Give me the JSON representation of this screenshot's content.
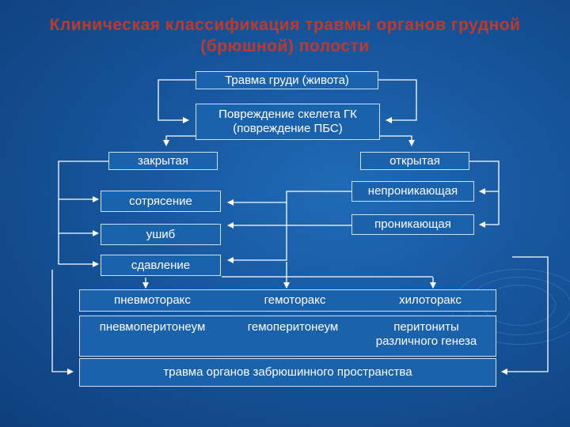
{
  "title": "Клиническая классификация травмы органов грудной (брюшной) полости",
  "nodes": {
    "trauma": "Травма груди (живота)",
    "skeleton_line1": "Повреждение скелета ГК",
    "skeleton_line2": "(повреждение ПБС)",
    "closed": "закрытая",
    "open": "открытая",
    "concussion": "сотрясение",
    "nonpenetrating": "непроникающая",
    "bruise": "ушиб",
    "penetrating": "проникающая",
    "compression": "сдавление"
  },
  "table": {
    "row1": [
      "пневмоторакс",
      "гемоторакс",
      "хилоторакс"
    ],
    "row2": [
      "пневмоперитонеум",
      "гемоперитонеум"
    ],
    "row2_c3_line1": "перитониты",
    "row2_c3_line2": "различного генеза",
    "row3": "травма органов забрюшинного пространства"
  },
  "colors": {
    "title": "#c0392b",
    "box_fill": "#1b62ad",
    "box_border": "#cfe0f2",
    "line": "#ffffff"
  }
}
